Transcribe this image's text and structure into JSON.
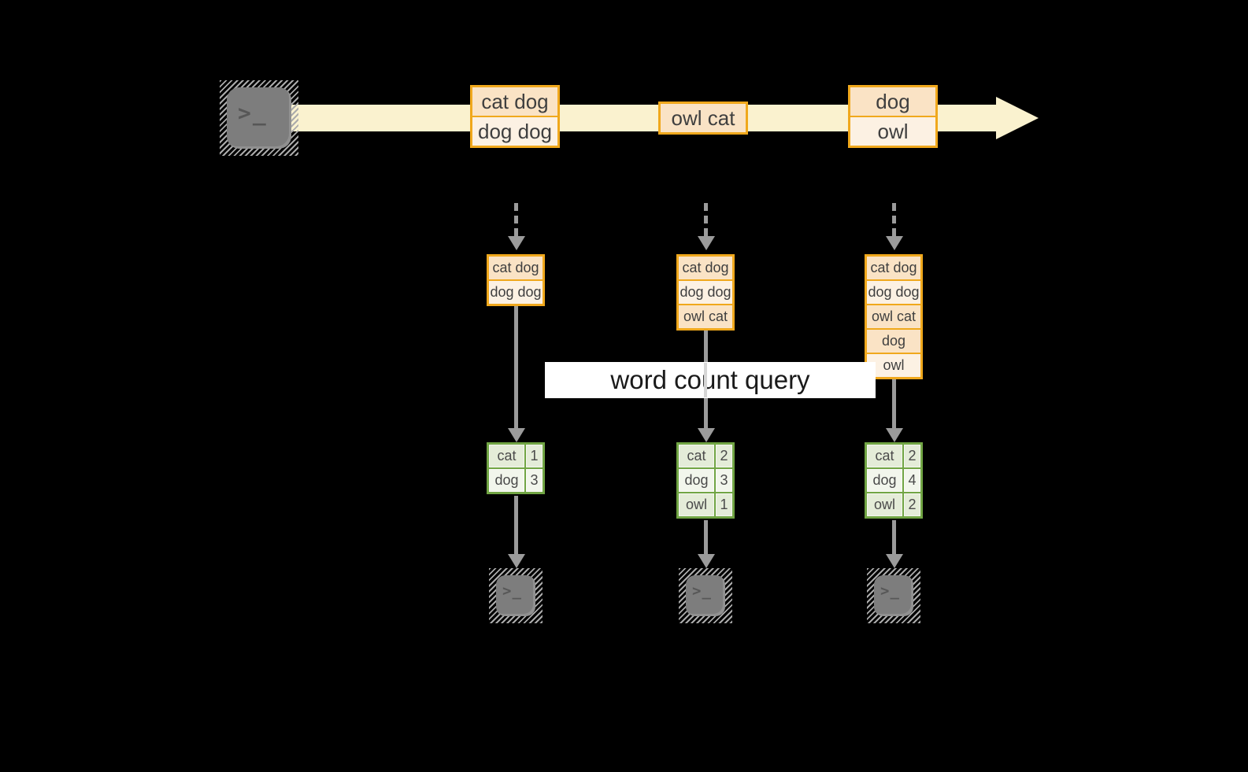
{
  "query": {
    "label": "word count query"
  },
  "icons": {
    "prompt_glyph": ">_"
  },
  "colors": {
    "background": "#000000",
    "stream_band": "#FAF2CF",
    "event_border": "#F0A81C",
    "row_peach": "#FAE3C5",
    "row_cream": "#FCF1E3",
    "table_border": "#71A544",
    "table_row_dark": "#E4ECD8",
    "table_row_light": "#F2F6EC",
    "arrow_gray": "#9B9B9B",
    "terminal_gray": "#7D7D7D",
    "query_label_bg": "#FFFFFF",
    "text_dark": "#3F3F3F"
  },
  "stream": {
    "events": [
      {
        "rows": [
          {
            "text": "cat dog",
            "tone": "peach"
          },
          {
            "text": "dog dog",
            "tone": "cream"
          }
        ]
      },
      {
        "rows": [
          {
            "text": "owl cat",
            "tone": "peach"
          }
        ]
      },
      {
        "rows": [
          {
            "text": "dog",
            "tone": "peach"
          },
          {
            "text": "owl",
            "tone": "cream"
          }
        ]
      }
    ]
  },
  "columns": [
    {
      "state": [
        {
          "text": "cat dog",
          "tone": "peach"
        },
        {
          "text": "dog dog",
          "tone": "cream"
        }
      ],
      "counts": [
        {
          "word": "cat",
          "count": "1"
        },
        {
          "word": "dog",
          "count": "3"
        }
      ]
    },
    {
      "state": [
        {
          "text": "cat dog",
          "tone": "peach"
        },
        {
          "text": "dog dog",
          "tone": "cream"
        },
        {
          "text": "owl cat",
          "tone": "peach"
        }
      ],
      "counts": [
        {
          "word": "cat",
          "count": "2"
        },
        {
          "word": "dog",
          "count": "3"
        },
        {
          "word": "owl",
          "count": "1"
        }
      ]
    },
    {
      "state": [
        {
          "text": "cat dog",
          "tone": "peach"
        },
        {
          "text": "dog dog",
          "tone": "cream"
        },
        {
          "text": "owl cat",
          "tone": "peach"
        },
        {
          "text": "dog",
          "tone": "peach"
        },
        {
          "text": "owl",
          "tone": "cream"
        }
      ],
      "counts": [
        {
          "word": "cat",
          "count": "2"
        },
        {
          "word": "dog",
          "count": "4"
        },
        {
          "word": "owl",
          "count": "2"
        }
      ]
    }
  ]
}
